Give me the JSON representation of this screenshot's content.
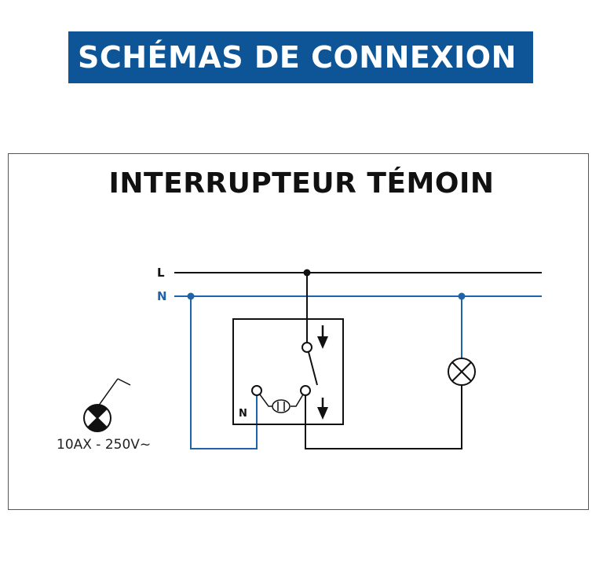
{
  "header": {
    "title": "SCHÉMAS DE CONNEXION"
  },
  "diagram": {
    "title": "INTERRUPTEUR TÉMOIN",
    "line_labels": {
      "live": "L",
      "neutral": "N"
    },
    "switch_terminal_label": "N",
    "rating": "10AX - 250V~"
  },
  "colors": {
    "brand_blue": "#0d5596",
    "neutral_wire": "#1f63a8",
    "live_wire": "#111111"
  },
  "icons": {
    "lamp": "lamp-cross-icon",
    "indicator": "neon-indicator-icon",
    "switch_symbol": "half-filled-switch-icon",
    "arrows": "down-arrow-icon"
  }
}
